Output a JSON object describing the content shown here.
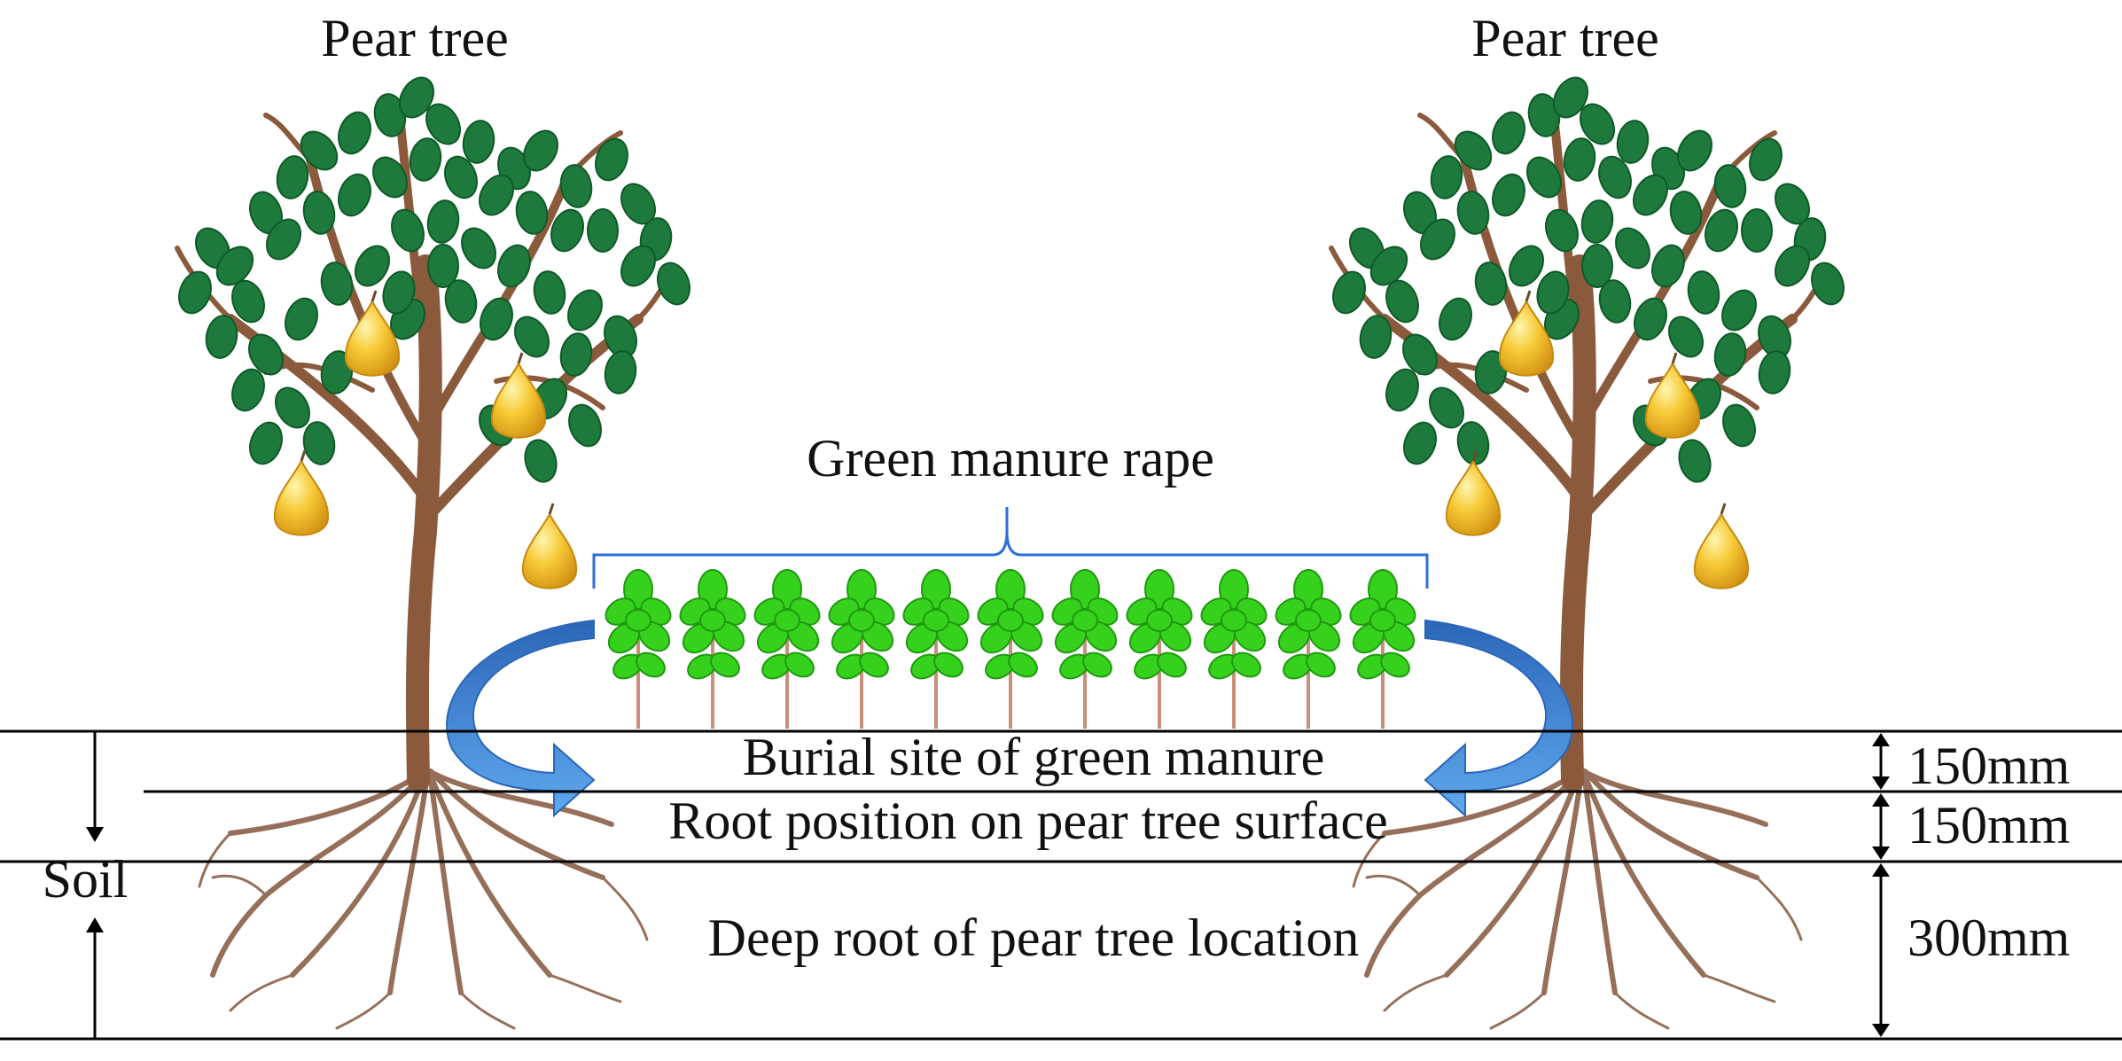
{
  "trees": [
    {
      "title": "Pear tree"
    },
    {
      "title": "Pear tree"
    }
  ],
  "crop": {
    "label": "Green manure rape",
    "plant_count": 11
  },
  "layers": [
    {
      "label": "Burial site of green manure",
      "depth": "150mm"
    },
    {
      "label": "Root position on pear tree surface",
      "depth": "150mm"
    },
    {
      "label": "Deep root of pear tree location",
      "depth": "300mm"
    }
  ],
  "soil_label": "Soil",
  "colors": {
    "leaf": "#1d7a3c",
    "trunk": "#8b5a3c",
    "fruit": "#f2c230",
    "plant": "#36d11c",
    "arrow": "#3a7fd0",
    "bracket": "#2e6fd8",
    "line": "#000000"
  }
}
